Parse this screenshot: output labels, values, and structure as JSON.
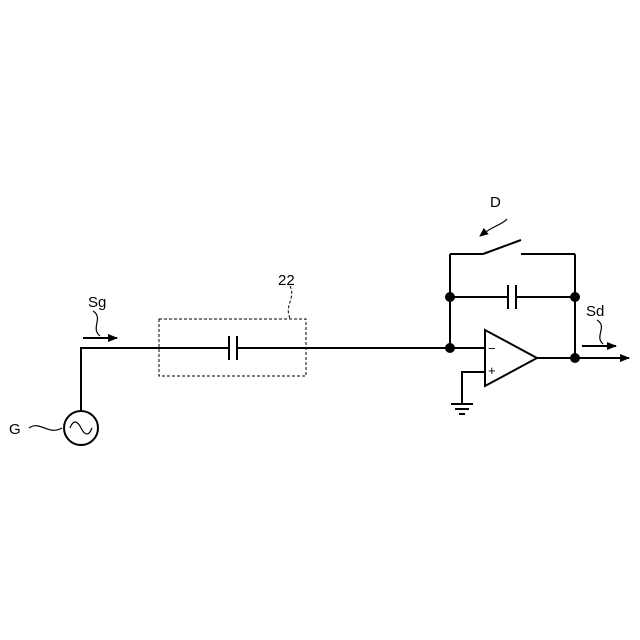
{
  "labels": {
    "source": "G",
    "input_signal": "Sg",
    "component_block": "22",
    "switch": "D",
    "output_signal": "Sd"
  },
  "opamp": {
    "inverting_sign": "−",
    "noninverting_sign": "+"
  }
}
